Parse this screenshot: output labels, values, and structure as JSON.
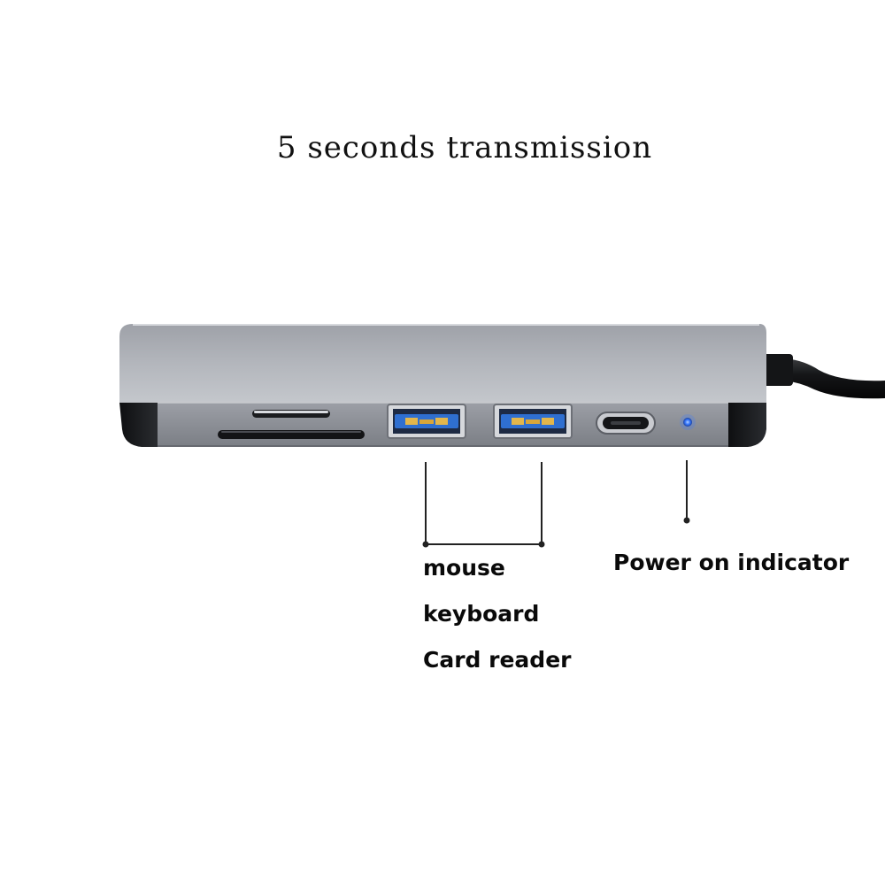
{
  "heading": "5 seconds transmission",
  "callouts": {
    "usb_ports": [
      "mouse",
      "keyboard",
      "Card reader"
    ],
    "indicator": "Power on indicator"
  },
  "colors": {
    "housing": "#a9acb3",
    "housing_face": "#8b8e95",
    "end_caps": "#1a1b1e",
    "usb_tongue": "#2f6fd0",
    "usb_contacts": "#e3b64b",
    "led": "#3a7bff",
    "callout_lines": "#222222",
    "text": "#0a0a0a"
  },
  "icons": [
    "sd-card-slot",
    "tf-card-slot",
    "usb-a-port",
    "usb-c-port",
    "led-indicator",
    "cable"
  ]
}
